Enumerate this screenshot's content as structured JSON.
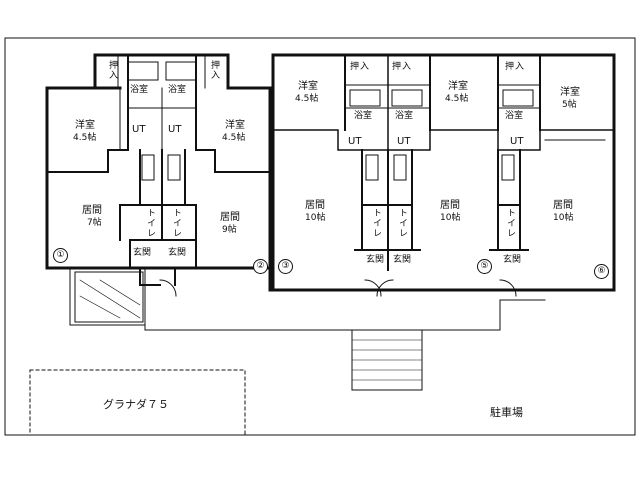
{
  "rooms": {
    "u1": {
      "living": "居間",
      "living_size": "7帖",
      "western": "洋室",
      "western_size": "4.5帖",
      "toilet": "トイレ",
      "entrance": "玄関",
      "number": "①"
    },
    "u2": {
      "living": "居間",
      "living_size": "9帖",
      "western": "洋室",
      "western_size": "4.5帖",
      "toilet": "トイレ",
      "entrance": "玄関",
      "number": "②"
    },
    "u3": {
      "living": "居間",
      "living_size": "10帖",
      "western": "洋室",
      "western_size": "4.5帖",
      "toilet": "トイレ",
      "entrance": "玄関",
      "number": "③"
    },
    "u4": {
      "living": "居間",
      "living_size": "10帖",
      "western": "洋室",
      "western_size": "4.5帖",
      "toilet": "トイレ",
      "entrance": "玄関"
    },
    "u5": {
      "living": "居間",
      "living_size": "10帖",
      "western": "洋室",
      "western_size": "5帖",
      "toilet": "トイレ",
      "entrance": "玄関",
      "number": "⑤"
    },
    "u6": {
      "number": "⑥"
    }
  },
  "common": {
    "closet": "押入",
    "bath": "浴室",
    "ut": "UT"
  },
  "site": {
    "building_name": "グラナダ７５",
    "parking": "駐車場"
  }
}
